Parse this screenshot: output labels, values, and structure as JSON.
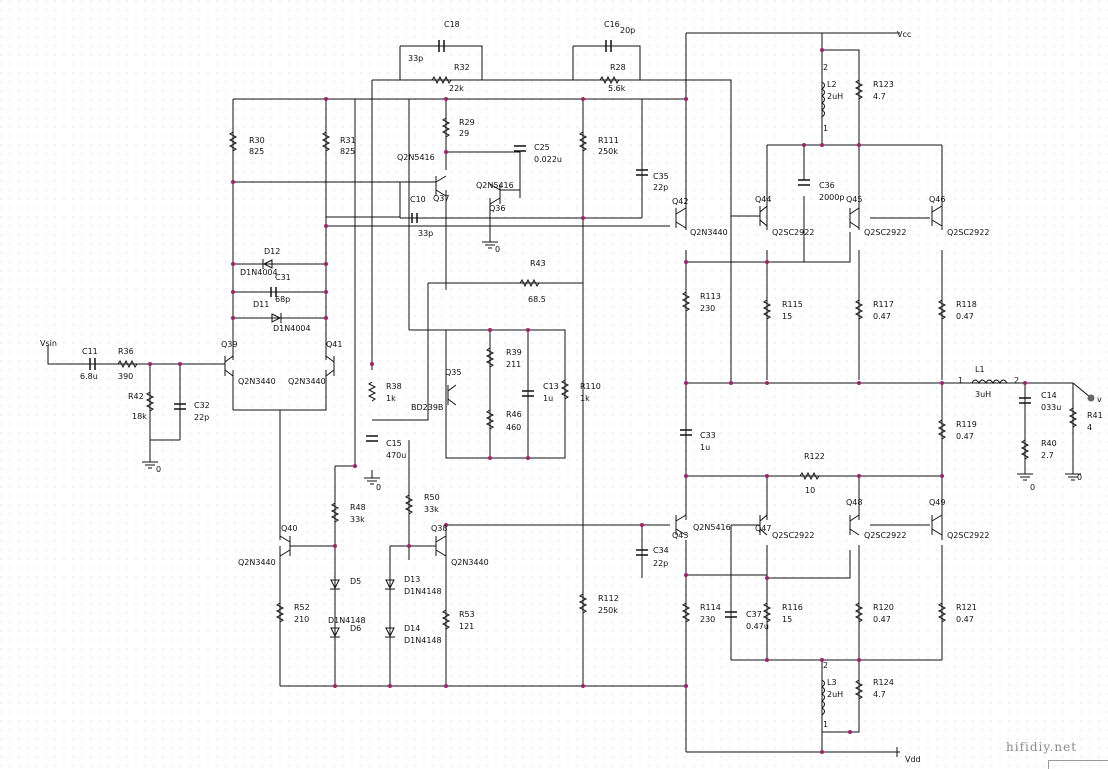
{
  "nets": {
    "vcc": "Vcc",
    "vdd": "Vdd",
    "vin": "Vsin",
    "vout": "v"
  },
  "watermark": "hifidiy.net",
  "labels": [
    [
      "C18",
      444,
      27
    ],
    [
      "33p",
      408,
      61
    ],
    [
      "R32",
      454,
      70
    ],
    [
      "22k",
      449,
      91
    ],
    [
      "C16",
      604,
      27
    ],
    [
      "20p",
      620,
      33
    ],
    [
      "R28",
      610,
      70
    ],
    [
      "5.6k",
      608,
      91
    ],
    [
      "R30",
      249,
      143
    ],
    [
      "825",
      249,
      154
    ],
    [
      "R31",
      340,
      143
    ],
    [
      "825",
      340,
      154
    ],
    [
      "R29",
      459,
      125
    ],
    [
      "29",
      459,
      136
    ],
    [
      "Q2N5416",
      397,
      160
    ],
    [
      "Q37",
      433,
      201
    ],
    [
      "Q2N5416",
      476,
      188
    ],
    [
      "Q36",
      489,
      211
    ],
    [
      "C25",
      534,
      150
    ],
    [
      "0.022u",
      534,
      162
    ],
    [
      "R111",
      598,
      143
    ],
    [
      "250k",
      598,
      154
    ],
    [
      "C35",
      653,
      179
    ],
    [
      "22p",
      653,
      190
    ],
    [
      "C10",
      410,
      202
    ],
    [
      "33p",
      418,
      236
    ],
    [
      "Q42",
      672,
      204
    ],
    [
      "Q2N3440",
      690,
      235
    ],
    [
      "D12",
      264,
      254
    ],
    [
      "D1N4004",
      240,
      275
    ],
    [
      "C31",
      275,
      280
    ],
    [
      "68p",
      275,
      302
    ],
    [
      "D11",
      253,
      307
    ],
    [
      "D1N4004",
      273,
      331
    ],
    [
      "Q39",
      221,
      347
    ],
    [
      "Q41",
      326,
      347
    ],
    [
      "Q2N3440",
      238,
      384
    ],
    [
      "Q2N3440",
      288,
      384
    ],
    [
      "R43",
      530,
      266
    ],
    [
      "68.5",
      528,
      302
    ],
    [
      "R39",
      506,
      355
    ],
    [
      "211",
      506,
      367
    ],
    [
      "Q35",
      445,
      375
    ],
    [
      "BD239B",
      411,
      410
    ],
    [
      "C13",
      543,
      389
    ],
    [
      "1u",
      543,
      401
    ],
    [
      "R110",
      580,
      389
    ],
    [
      "1k",
      580,
      401
    ],
    [
      "R46",
      506,
      417
    ],
    [
      "460",
      506,
      430
    ],
    [
      "R38",
      386,
      389
    ],
    [
      "1k",
      386,
      401
    ],
    [
      "C15",
      386,
      446
    ],
    [
      "470u",
      386,
      458
    ],
    [
      "R113",
      700,
      299
    ],
    [
      "230",
      700,
      311
    ],
    [
      "Q44",
      755,
      202
    ],
    [
      "Q2SC2922",
      772,
      235
    ],
    [
      "C36",
      819,
      188
    ],
    [
      "2000p",
      819,
      200
    ],
    [
      "Q45",
      846,
      202
    ],
    [
      "Q2SC2922",
      864,
      235
    ],
    [
      "Q46",
      929,
      202
    ],
    [
      "Q2SC2922",
      947,
      235
    ],
    [
      "R115",
      782,
      307
    ],
    [
      "15",
      782,
      319
    ],
    [
      "R117",
      873,
      307
    ],
    [
      "0.47",
      873,
      319
    ],
    [
      "R118",
      956,
      307
    ],
    [
      "0.47",
      956,
      319
    ],
    [
      "L2",
      827,
      87
    ],
    [
      "2uH",
      827,
      99
    ],
    [
      "R123",
      873,
      87
    ],
    [
      "4.7",
      873,
      99
    ],
    [
      "2",
      823,
      70
    ],
    [
      "1",
      823,
      131
    ],
    [
      "C33",
      700,
      438
    ],
    [
      "1u",
      700,
      450
    ],
    [
      "R119",
      956,
      427
    ],
    [
      "0.47",
      956,
      439
    ],
    [
      "R122",
      804,
      459
    ],
    [
      "10",
      805,
      493
    ],
    [
      "L1",
      975,
      372
    ],
    [
      "3uH",
      975,
      397
    ],
    [
      "1",
      958,
      383
    ],
    [
      "2",
      1014,
      383
    ],
    [
      "C14",
      1041,
      398
    ],
    [
      "033u",
      1041,
      410
    ],
    [
      "R41",
      1087,
      418
    ],
    [
      "4",
      1087,
      430
    ],
    [
      "R40",
      1041,
      446
    ],
    [
      "2.7",
      1041,
      458
    ],
    [
      "C11",
      82,
      354
    ],
    [
      "6.8u",
      80,
      379
    ],
    [
      "R36",
      118,
      354
    ],
    [
      "390",
      118,
      379
    ],
    [
      "R42",
      128,
      399
    ],
    [
      "18k",
      132,
      419
    ],
    [
      "C32",
      194,
      408
    ],
    [
      "22p",
      194,
      420
    ],
    [
      "R48",
      350,
      510
    ],
    [
      "33k",
      350,
      522
    ],
    [
      "R50",
      424,
      500
    ],
    [
      "33k",
      424,
      512
    ],
    [
      "Q40",
      281,
      531
    ],
    [
      "Q2N3440",
      238,
      565
    ],
    [
      "Q38",
      431,
      531
    ],
    [
      "Q2N3440",
      451,
      565
    ],
    [
      "Q43",
      672,
      538
    ],
    [
      "Q2N5416",
      693,
      530
    ],
    [
      "C34",
      653,
      553
    ],
    [
      "22p",
      653,
      566
    ],
    [
      "D5",
      350,
      584
    ],
    [
      "D6",
      350,
      631
    ],
    [
      "D13",
      404,
      582
    ],
    [
      "D1N4148",
      404,
      594
    ],
    [
      "D14",
      404,
      631
    ],
    [
      "D1N4148",
      404,
      643
    ],
    [
      "D1N4148",
      328,
      623
    ],
    [
      "R52",
      294,
      610
    ],
    [
      "210",
      294,
      622
    ],
    [
      "R53",
      459,
      617
    ],
    [
      "121",
      459,
      629
    ],
    [
      "R112",
      598,
      601
    ],
    [
      "250k",
      598,
      613
    ],
    [
      "Q47",
      755,
      531
    ],
    [
      "Q2SC2922",
      772,
      538
    ],
    [
      "Q48",
      846,
      505
    ],
    [
      "Q2SC2922",
      864,
      538
    ],
    [
      "Q49",
      929,
      505
    ],
    [
      "Q2SC2922",
      947,
      538
    ],
    [
      "R114",
      700,
      610
    ],
    [
      "230",
      700,
      622
    ],
    [
      "C37",
      746,
      617
    ],
    [
      "0.47u",
      746,
      629
    ],
    [
      "R116",
      782,
      610
    ],
    [
      "15",
      782,
      622
    ],
    [
      "R120",
      873,
      610
    ],
    [
      "0.47",
      873,
      622
    ],
    [
      "R121",
      956,
      610
    ],
    [
      "0.47",
      956,
      622
    ],
    [
      "L3",
      827,
      685
    ],
    [
      "2uH",
      827,
      697
    ],
    [
      "R124",
      873,
      685
    ],
    [
      "4.7",
      873,
      697
    ],
    [
      "2",
      823,
      668
    ],
    [
      "1",
      823,
      727
    ]
  ]
}
